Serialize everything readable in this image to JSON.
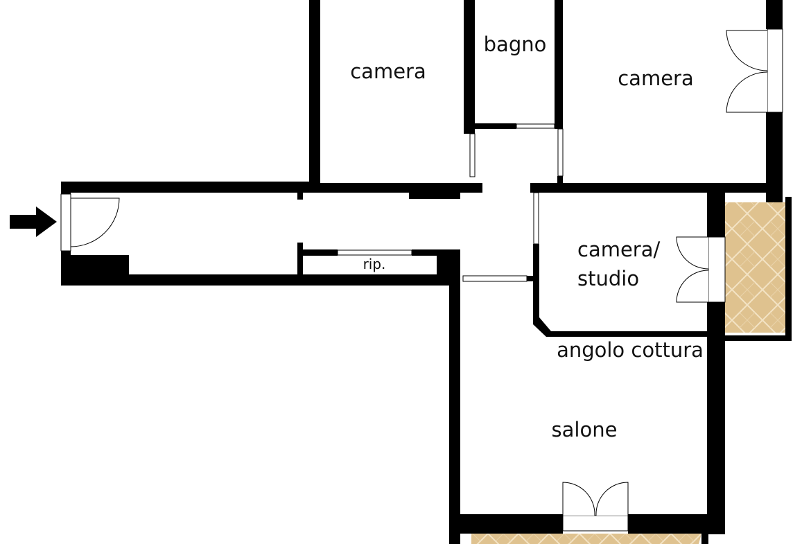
{
  "plan": {
    "rooms": {
      "camera_left": "camera",
      "bagno": "bagno",
      "camera_right": "camera",
      "camera_studio_line1": "camera/",
      "camera_studio_line2": "studio",
      "ripostiglio": "rip.",
      "angolo_cottura": "angolo cottura",
      "salone": "salone"
    },
    "entrance": "entrance-arrow-icon",
    "colors": {
      "wall": "#000000",
      "floor": "#ffffff",
      "terrace": "#dfc28f",
      "terrace_line": "#f3e3c4"
    }
  }
}
